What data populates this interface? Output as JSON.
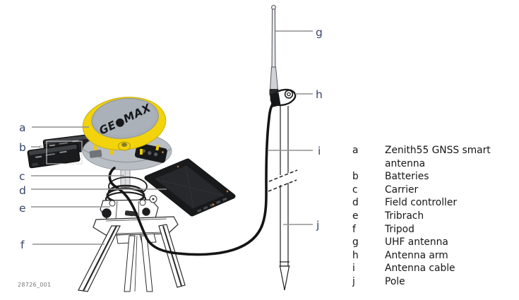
{
  "figure": {
    "id_label": "28726_001",
    "brand_logo": "GE●MAX"
  },
  "callouts": [
    {
      "letter": "a"
    },
    {
      "letter": "b"
    },
    {
      "letter": "c"
    },
    {
      "letter": "d"
    },
    {
      "letter": "e"
    },
    {
      "letter": "f"
    },
    {
      "letter": "g"
    },
    {
      "letter": "h"
    },
    {
      "letter": "i"
    },
    {
      "letter": "j"
    }
  ],
  "legend": {
    "items": [
      {
        "key": "a",
        "label": "Zenith55 GNSS smart antenna"
      },
      {
        "key": "b",
        "label": "Batteries"
      },
      {
        "key": "c",
        "label": "Carrier"
      },
      {
        "key": "d",
        "label": "Field controller"
      },
      {
        "key": "e",
        "label": "Tribrach"
      },
      {
        "key": "f",
        "label": "Tripod"
      },
      {
        "key": "g",
        "label": "UHF antenna"
      },
      {
        "key": "h",
        "label": "Antenna arm"
      },
      {
        "key": "i",
        "label": "Antenna cable"
      },
      {
        "key": "j",
        "label": "Pole"
      }
    ]
  },
  "colors": {
    "accent_yellow": "#f2d30c",
    "dome_gray": "#a7aeb6",
    "device_dark": "#1a1b1d",
    "callout_letter": "#36466a",
    "leader_line": "#909090",
    "legend_text": "#161616",
    "figure_id_text": "#757575"
  }
}
